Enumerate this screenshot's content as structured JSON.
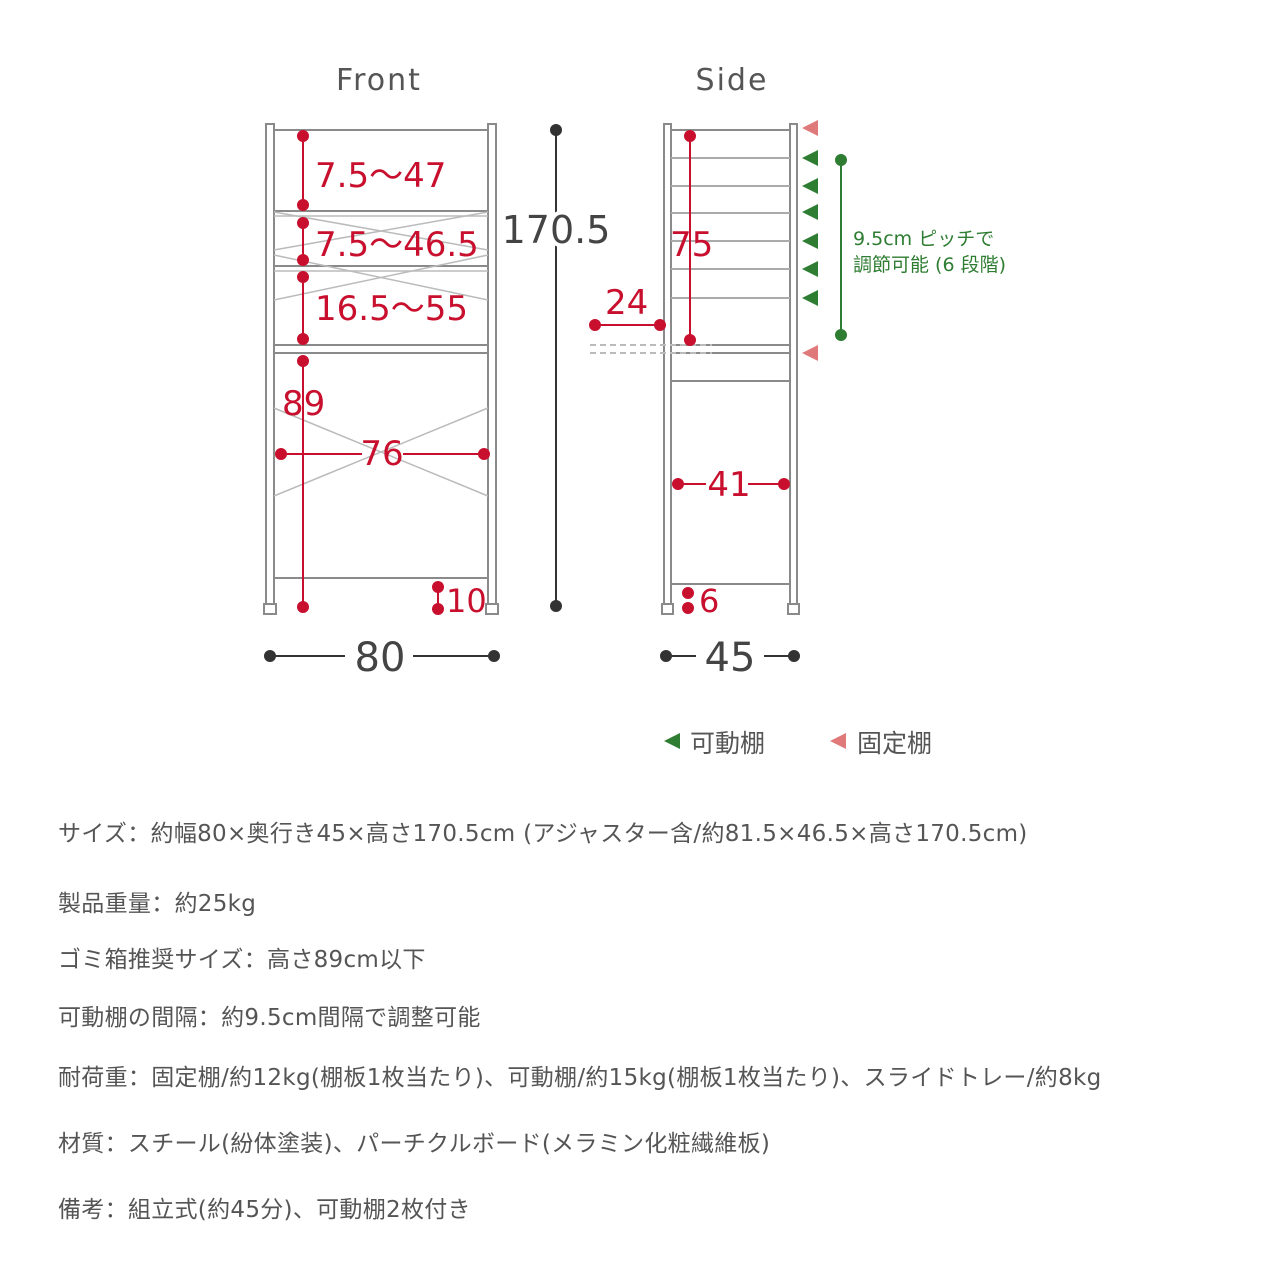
{
  "views": {
    "front": "Front",
    "side": "Side"
  },
  "front": {
    "dims": {
      "top_gap": "7.5〜47",
      "second_gap": "7.5〜46.5",
      "third_gap": "16.5〜55",
      "lower_height": "89",
      "inner_width": "76",
      "bottom_clearance": "10",
      "total_height": "170.5",
      "width": "80"
    }
  },
  "side": {
    "dims": {
      "adjust_range": "75",
      "tray_depth": "24",
      "inner_depth": "41",
      "bottom_clearance": "6",
      "depth": "45"
    },
    "pitch_note": {
      "line1": "9.5cm ピッチで",
      "line2": "調節可能 (6 段階)"
    }
  },
  "legend": {
    "movable": "可動棚",
    "fixed": "固定棚",
    "movable_color": "#2e7d32",
    "fixed_color": "#e07a7a"
  },
  "colors": {
    "dimension": "#c8102e",
    "frame": "#888888",
    "text": "#555555"
  },
  "specs": [
    {
      "label": "サイズ：",
      "value": "約幅80×奥行き45×高さ170.5cm (アジャスター含/約81.5×46.5×高さ170.5cm)"
    },
    {
      "label": "製品重量：",
      "value": "約25kg"
    },
    {
      "label": "ゴミ箱推奨サイズ：",
      "value": "高さ89cm以下"
    },
    {
      "label": "可動棚の間隔：",
      "value": "約9.5cm間隔で調整可能"
    },
    {
      "label": "耐荷重：",
      "value": "固定棚/約12kg(棚板1枚当たり)、可動棚/約15kg(棚板1枚当たり)、スライドトレー/約8kg"
    },
    {
      "label": "材質：",
      "value": "スチール(紛体塗装)、パーチクルボード(メラミン化粧繊維板)"
    },
    {
      "label": "備考：",
      "value": "組立式(約45分)、可動棚2枚付き"
    }
  ]
}
